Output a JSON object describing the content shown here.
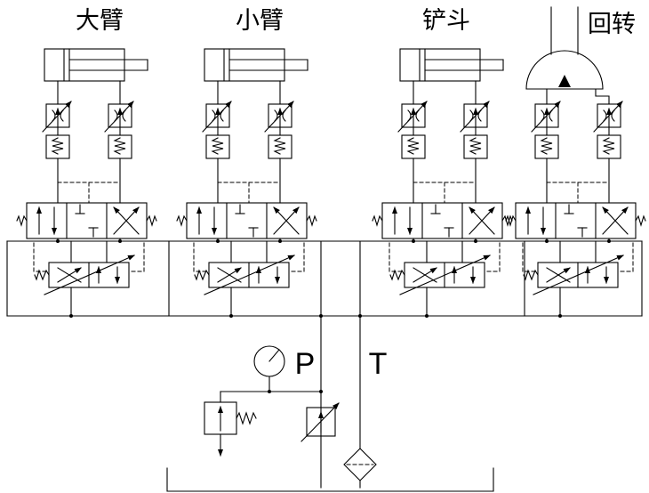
{
  "colors": {
    "background": "#ffffff",
    "line": "#000000"
  },
  "circuits": [
    {
      "id": "boom",
      "label": "大臂",
      "actuator": "hydraulic-cylinder"
    },
    {
      "id": "arm",
      "label": "小臂",
      "actuator": "hydraulic-cylinder"
    },
    {
      "id": "bucket",
      "label": "铲斗",
      "actuator": "hydraulic-cylinder"
    },
    {
      "id": "swing",
      "label": "回转",
      "actuator": "hydraulic-motor"
    }
  ],
  "ports": {
    "pressure": "P",
    "tank": "T"
  },
  "components": [
    "hydraulic-cylinder-symbol",
    "hydraulic-motor-symbol",
    "one-way-throttle-valve-symbol",
    "spring-check-valve-symbol",
    "three-position-directional-valve-symbol",
    "proportional-pilot-valve-symbol",
    "pressure-gauge-symbol",
    "relief-valve-symbol",
    "filter-symbol",
    "tank-symbol"
  ]
}
